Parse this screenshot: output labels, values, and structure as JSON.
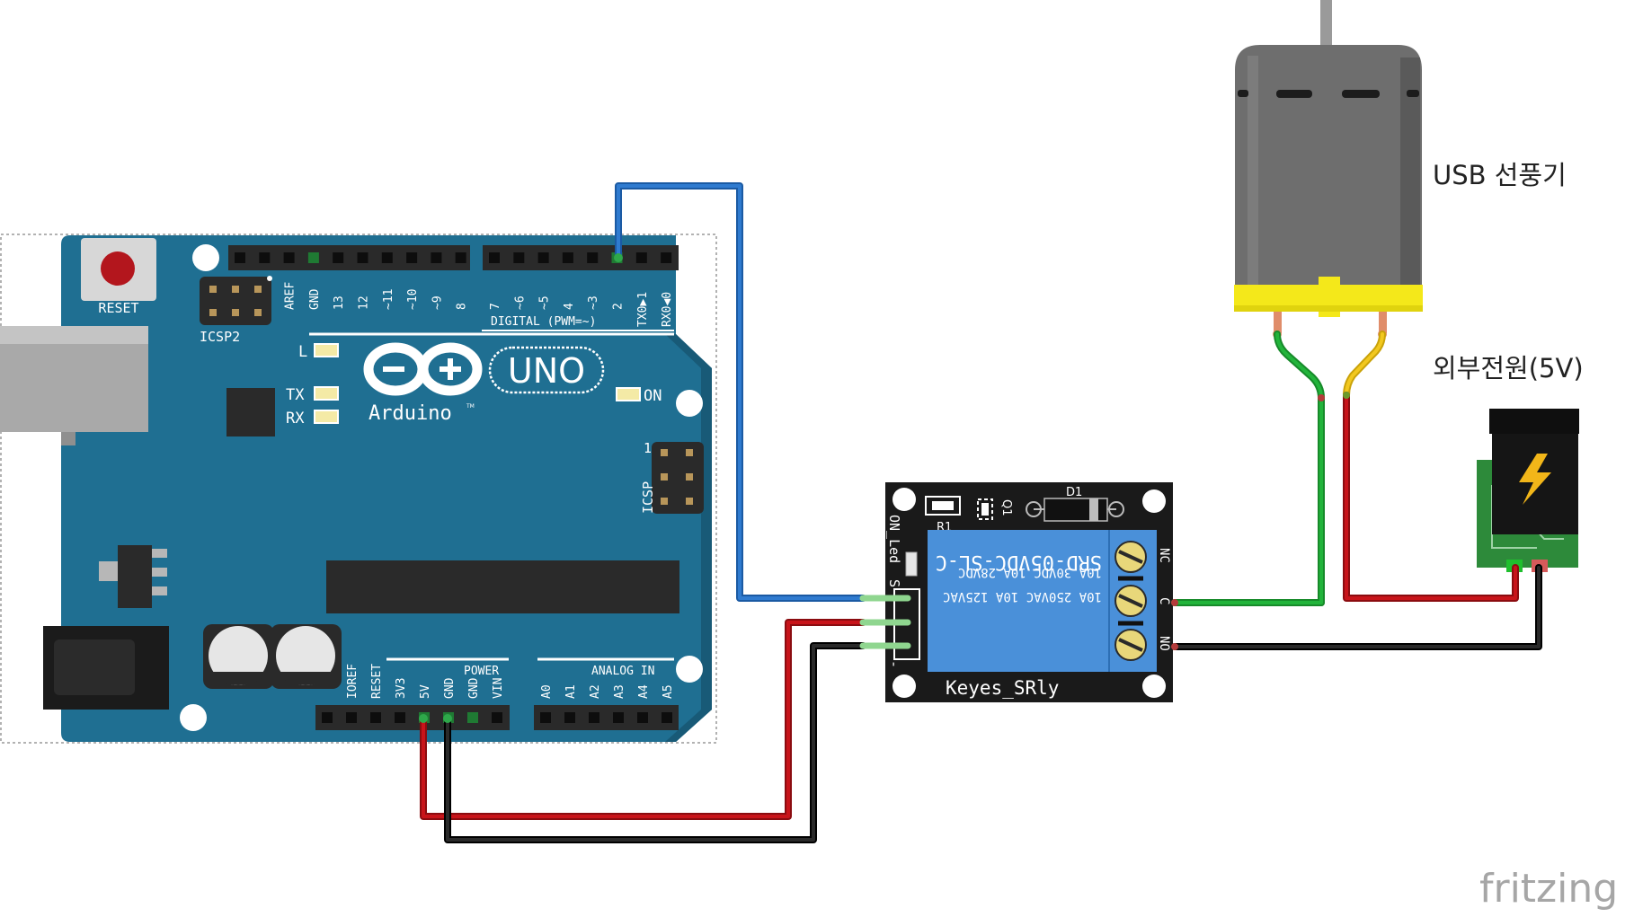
{
  "colors": {
    "board": "#1f6f92",
    "board_dark": "#185a77",
    "header": "#2a2a2a",
    "relay_board": "#1a1a1a",
    "relay_blue": "#4a90d9",
    "wire_blue": "#2f7bd0",
    "wire_red": "#c8141a",
    "wire_black": "#222222",
    "wire_green": "#22b43b",
    "wire_yellow": "#f2c81f",
    "motor_gray": "#6e6e6e",
    "motor_yellow": "#f4e81a",
    "jack_green": "#2d8a3a"
  },
  "arduino": {
    "reset_label": "RESET",
    "icsp2_label": "ICSP2",
    "icsp_label": "ICSP",
    "icsp_pin1": "1",
    "top_pins": [
      "AREF",
      "GND",
      "13",
      "12",
      "~11",
      "~10",
      "~9",
      "8",
      "7",
      "~6",
      "~5",
      "4",
      "~3",
      "2",
      "TX0▶1",
      "RX0◀0"
    ],
    "digital_label": "DIGITAL (PWM=~)",
    "led_l": "L",
    "led_tx": "TX",
    "led_rx": "RX",
    "led_on": "ON",
    "logo_symbol": "−+",
    "logo_uno": "UNO",
    "logo_arduino": "Arduino",
    "logo_tm": "TM",
    "power_label": "POWER",
    "analog_label": "ANALOG IN",
    "power_pins": [
      "IOREF",
      "RESET",
      "3V3",
      "5V",
      "GND",
      "GND",
      "VIN"
    ],
    "analog_pins": [
      "A0",
      "A1",
      "A2",
      "A3",
      "A4",
      "A5"
    ]
  },
  "relay": {
    "name": "Keyes_SRly",
    "model": "SRD-05VDC-SL-C",
    "rating_1": "10A 250VAC  10A 125VAC",
    "rating_2": "10A 30VDC  10A 28VDC",
    "r1": "R1",
    "q1": "Q1",
    "d1": "D1",
    "on_led": "ON_Led",
    "pin_s": "S",
    "pin_plus": "+",
    "pin_minus": "-",
    "nc": "NC",
    "c": "C",
    "no": "NO"
  },
  "labels": {
    "fan": "USB 선풍기",
    "power": "외부전원(5V)",
    "watermark": "fritzing"
  }
}
